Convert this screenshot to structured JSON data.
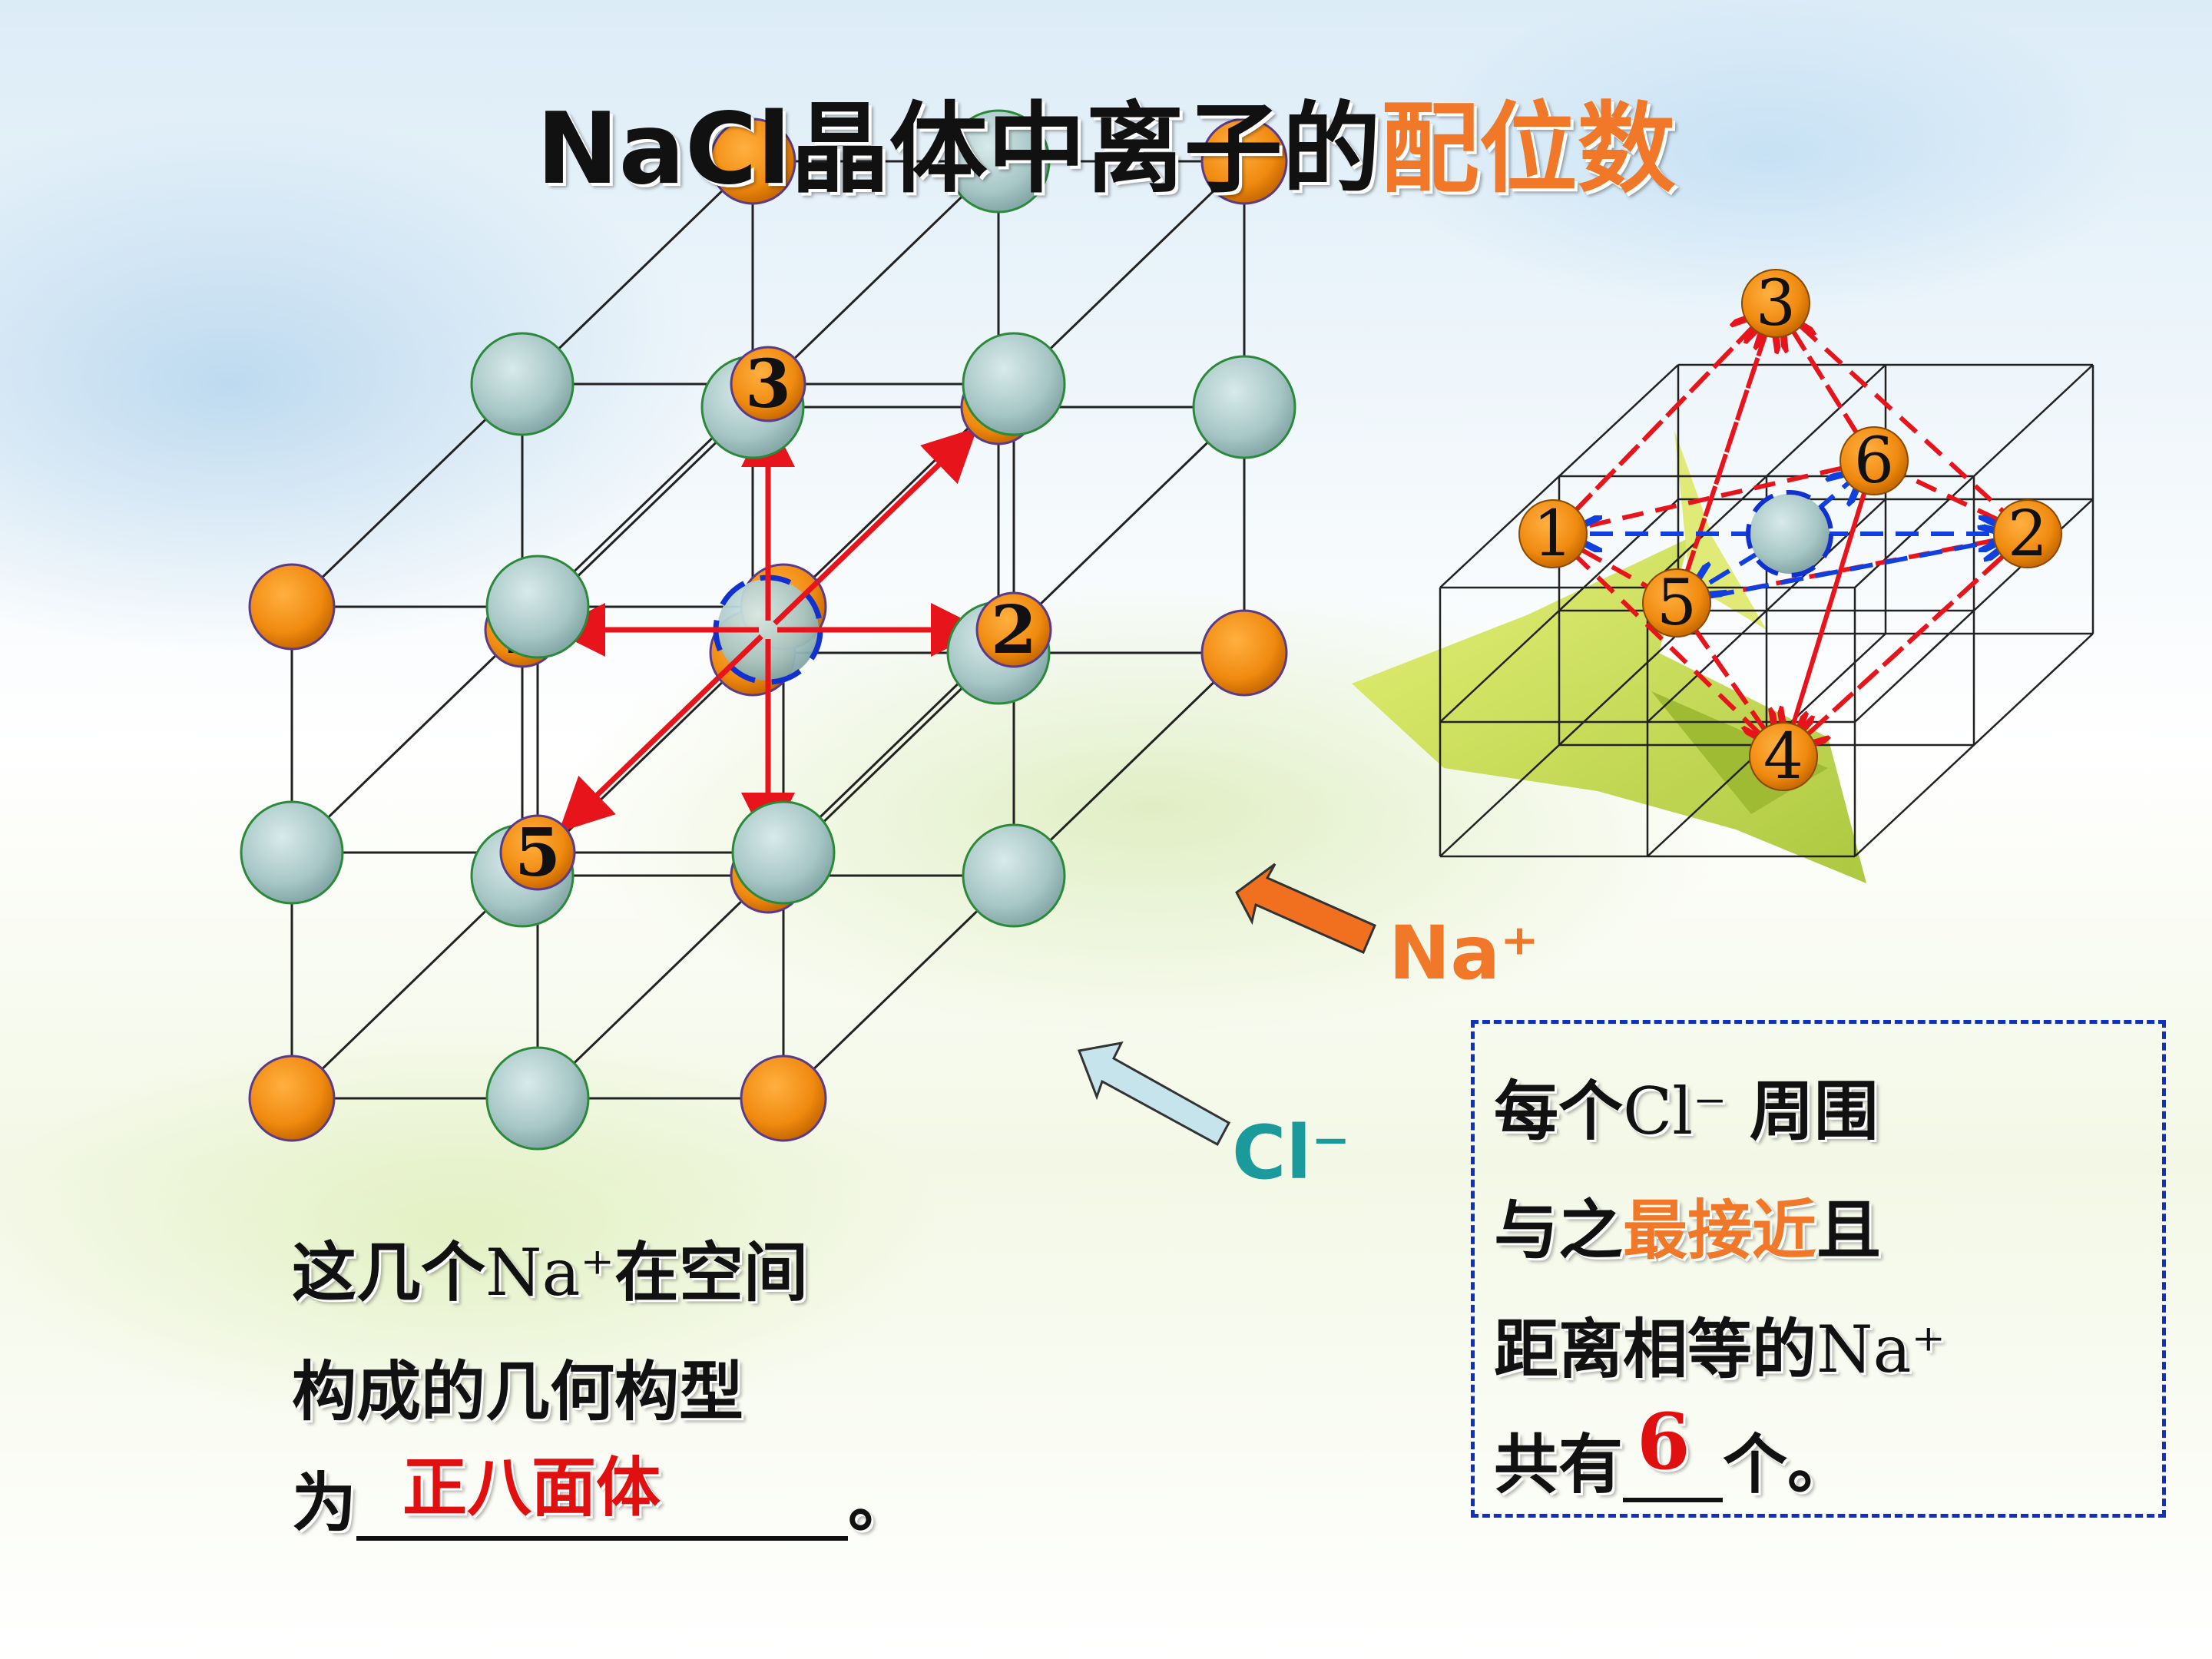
{
  "title": {
    "prefix": "NaCl晶体中离子的",
    "highlight": "配位数"
  },
  "labels": {
    "na": "Na⁺",
    "cl": "Cl⁻"
  },
  "numbers": [
    "1",
    "2",
    "3",
    "4",
    "5",
    "6"
  ],
  "left_text": {
    "line1_a": "这几个",
    "line1_b": "Na⁺",
    "line1_c": "在空间",
    "line2": "构成的几何构型",
    "line3_prefix": "为",
    "answer": "正八面体",
    "line3_suffix": "。"
  },
  "right_text": {
    "line1_a": "每个",
    "line1_b": "Cl⁻",
    "line1_c": " 周围",
    "line2_a": "与之",
    "line2_b": "最接近",
    "line2_c": "且",
    "line3_a": "距离相等的",
    "line3_b": "Na⁺",
    "line4_a": "共有",
    "answer": "6",
    "line4_b": "个。"
  },
  "colors": {
    "na": "#f08a10",
    "cl": "#a7c6c6",
    "highlight": "#f07828",
    "answer": "#e01010",
    "dashed_box": "#1030c0"
  }
}
